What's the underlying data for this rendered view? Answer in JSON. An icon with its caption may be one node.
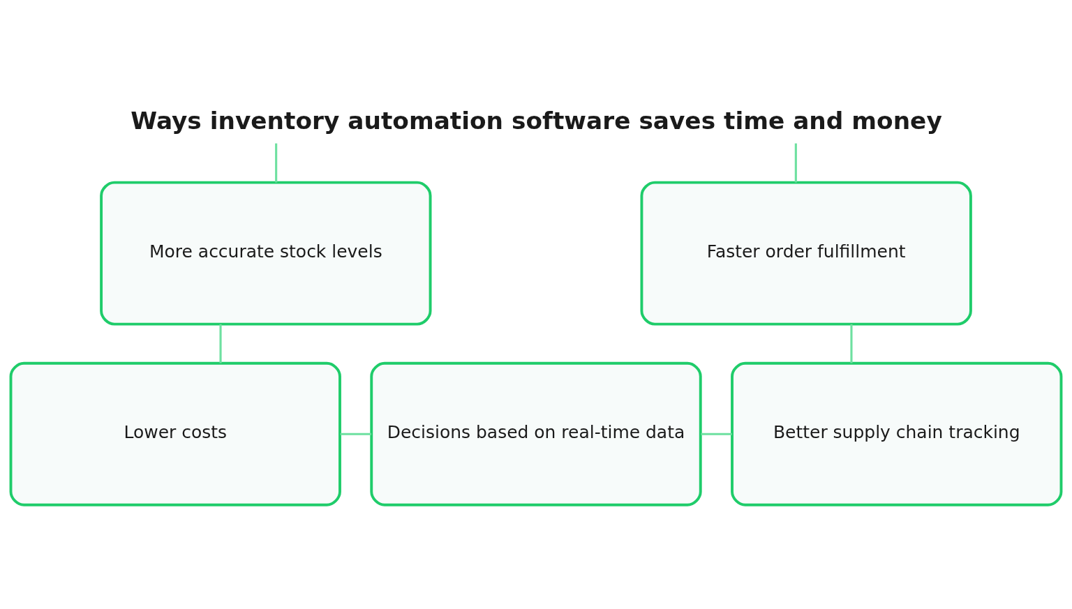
{
  "diagram": {
    "nodes": [
      {
        "text": [
          "Ways inventory automation software saves time and money"
        ]
      },
      {
        "text": [
          "More accurate stock levels"
        ]
      },
      {
        "text": [
          "Faster order fulfillment"
        ]
      },
      {
        "text": [
          "Lower costs"
        ]
      },
      {
        "text": [
          "Decisions based on real-time data"
        ]
      },
      {
        "text": [
          "Better supply chain tracking"
        ]
      }
    ],
    "edges": [
      {
        "from": 0,
        "to": 1,
        "arrow": "none"
      },
      {
        "from": 0,
        "to": 2,
        "arrow": "none"
      },
      {
        "from": 1,
        "to": 3,
        "arrow": "none"
      },
      {
        "from": 3,
        "to": 4,
        "arrow": "none"
      },
      {
        "from": 4,
        "to": 5,
        "arrow": "none"
      },
      {
        "from": 2,
        "to": 5,
        "arrow": "none"
      }
    ]
  }
}
